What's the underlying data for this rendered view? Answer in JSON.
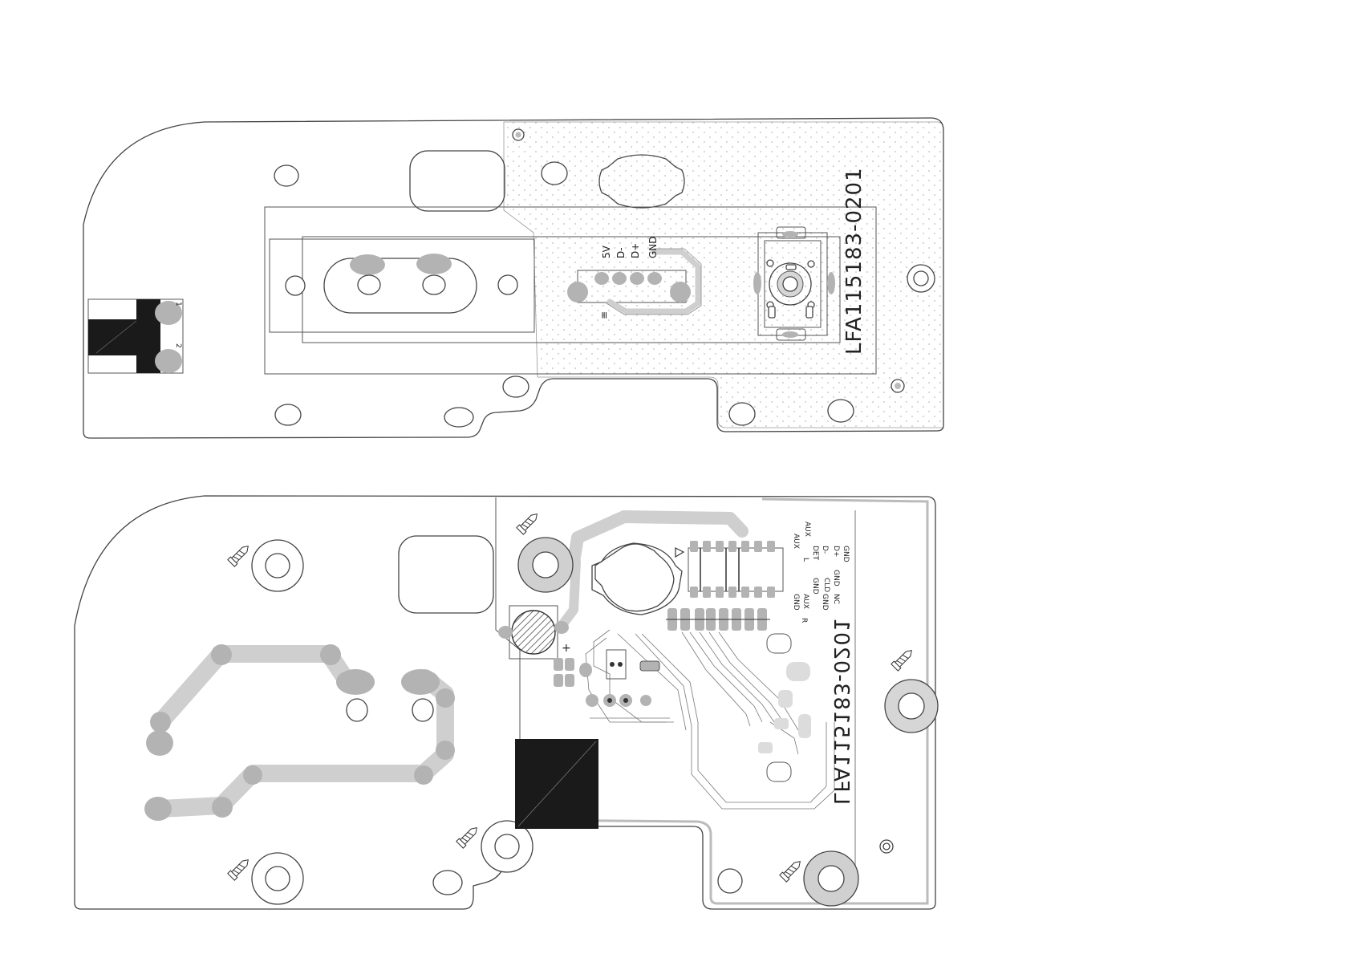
{
  "top_board": {
    "part_number": "LFA115183-0201",
    "pin_labels": [
      "5V",
      "D-",
      "D+",
      "GND"
    ],
    "pin_mark": "≡",
    "connector_pins": [
      "1",
      "2"
    ]
  },
  "bottom_board": {
    "part_number": "LFA115183-0201",
    "pin_labels_col1": [
      "GND",
      "NC",
      "AUX",
      "GND",
      "R"
    ],
    "pin_labels_col2": [
      "GND",
      "CLD",
      "GND",
      "DET"
    ],
    "pin_labels_col3": [
      "AUX",
      "L",
      "D-",
      "D+",
      "GND"
    ],
    "polarity_mark": "+"
  },
  "colors": {
    "outline": "#444444",
    "pad": "#b3b3b3",
    "trace": "#cfcfcf",
    "fill_dark": "#1a1a1a"
  }
}
